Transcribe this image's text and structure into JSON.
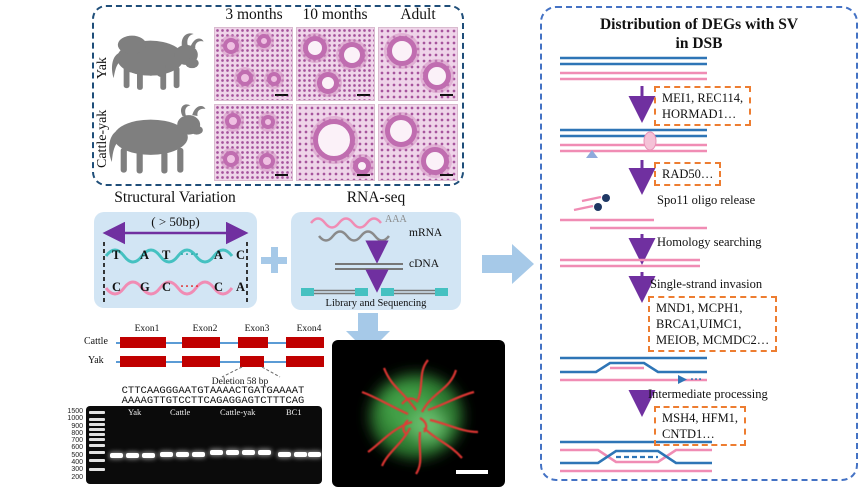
{
  "top_panel": {
    "row_labels": [
      "Yak",
      "Cattle-yak"
    ],
    "col_headers": [
      "3 months",
      "10 months",
      "Adult"
    ]
  },
  "sv": {
    "title": "Structural Variation",
    "size_label": "( > 50bp)",
    "top_letters": [
      "T",
      "A",
      "T",
      "····",
      "A",
      "C"
    ],
    "bottom_letters": [
      "C",
      "G",
      "C",
      "····",
      "C",
      "A"
    ]
  },
  "rnaseq": {
    "title": "RNA-seq",
    "poly_a": "AAA",
    "mrna_label": "mRNA",
    "cdna_label": "cDNA",
    "library_label": "Library and Sequencing"
  },
  "gene_diagram": {
    "track_labels": [
      "Cattle",
      "Yak"
    ],
    "exon_labels": [
      "Exon1",
      "Exon2",
      "Exon3",
      "Exon4"
    ],
    "deletion_label": "Deletion 58 bp",
    "sequence_line1": "CTTCAAGGGAATGTAAAACTGATGAAAAT",
    "sequence_line2": "AAAAGTTGTCCTTCAGAGGAGTCTTTCAG"
  },
  "gel": {
    "lane_labels": [
      "Yak",
      "Cattle",
      "Cattle-yak",
      "BC1"
    ],
    "ladder_labels": [
      "1500",
      "1000",
      "900",
      "800",
      "700",
      "600",
      "500",
      "400",
      "300",
      "200"
    ]
  },
  "dsb": {
    "title_line1": "Distribution of DEGs with SV",
    "title_line2": "in DSB",
    "box1": [
      "MEI1, REC114,",
      "HORMAD1…"
    ],
    "box2": [
      "RAD50…"
    ],
    "label_spo11": "Spo11 oligo release",
    "label_homology": "Homology searching",
    "label_invasion": "Single-strand invasion",
    "box3": [
      "MND1, MCPH1,",
      "BRCA1,UIMC1,",
      "MEIOB, MCMDC2…"
    ],
    "label_intermediate": "Intermediate processing",
    "box4": [
      "MSH4, HFM1,",
      "CNTD1…"
    ],
    "strand_dots": "…"
  },
  "colors": {
    "left_panel_border": "#1F4E79",
    "right_panel_border": "#4472C4",
    "orange_gene_box": "#ED7D31",
    "purple_arrow": "#7030A0",
    "light_blue_fill": "#D2E5F4",
    "block_arrow_blue": "#A6C9E8",
    "teal_strand": "#45C1C1",
    "pink_strand": "#F08CB4",
    "blue_strand": "#2E75B6",
    "exon_red": "#C00000",
    "silhouette_gray": "#7F7F7F"
  }
}
